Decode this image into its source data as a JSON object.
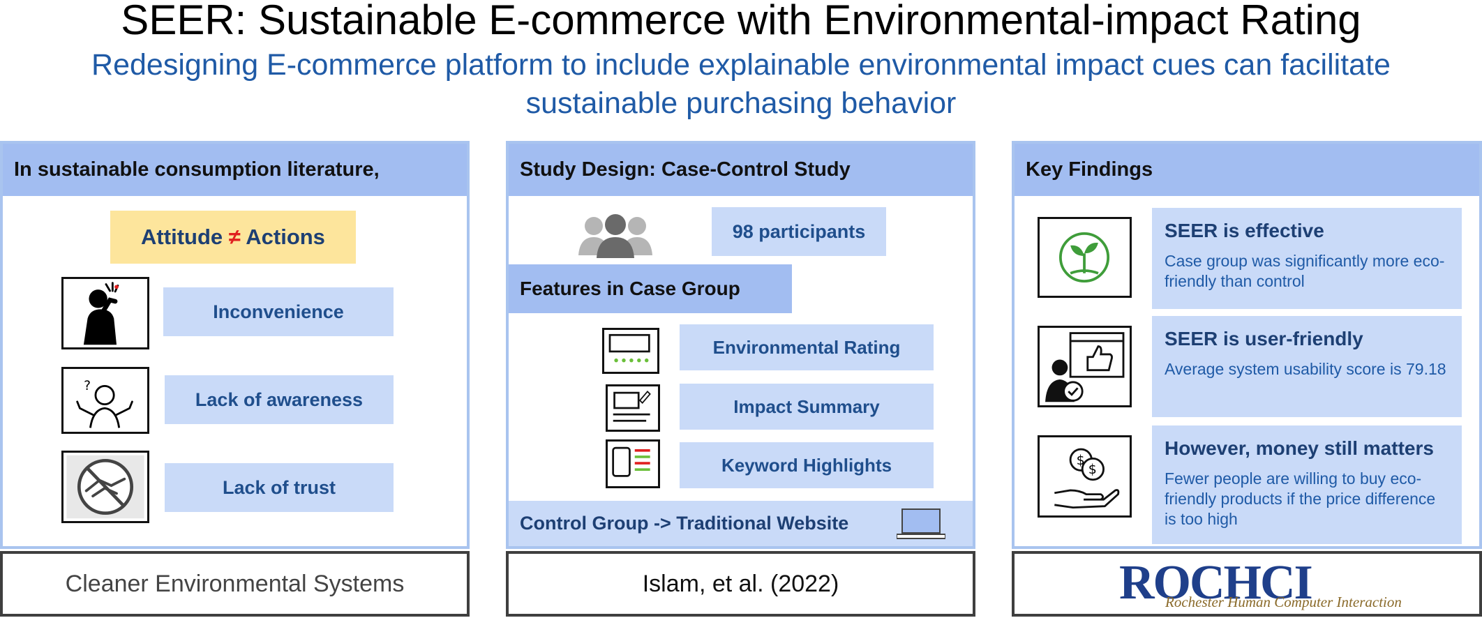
{
  "header": {
    "title": "SEER: Sustainable E-commerce with Environmental-impact Rating",
    "subtitle": "Redesigning E-commerce platform to include explainable environmental impact cues can facilitate sustainable purchasing behavior"
  },
  "left_panel": {
    "heading": "In sustainable consumption literature,",
    "attitude": {
      "left": "Attitude",
      "symbol": "≠",
      "right": "Actions"
    },
    "barriers": [
      {
        "label": "Inconvenience",
        "icon": "stressed-person-icon"
      },
      {
        "label": "Lack of awareness",
        "icon": "confused-person-icon"
      },
      {
        "label": "Lack of trust",
        "icon": "no-handshake-icon"
      }
    ],
    "footer": "Cleaner Environmental Systems"
  },
  "middle_panel": {
    "heading": "Study Design: Case-Control Study",
    "participants": "98 participants",
    "case_heading": "Features in Case Group",
    "features": [
      {
        "label": "Environmental Rating",
        "icon": "rating-screen-icon"
      },
      {
        "label": "Impact Summary",
        "icon": "summary-document-icon"
      },
      {
        "label": "Keyword Highlights",
        "icon": "highlight-screen-icon"
      }
    ],
    "control": "Control Group -> Traditional Website",
    "footer": "Islam, et al. (2022)"
  },
  "right_panel": {
    "heading": "Key Findings",
    "findings": [
      {
        "title": "SEER is effective",
        "text": "Case group was significantly more eco-friendly than control",
        "icon": "sprout-icon"
      },
      {
        "title": "SEER is user-friendly",
        "text": "Average system usability score is 79.18",
        "icon": "thumbs-up-user-icon"
      },
      {
        "title": "However, money still matters",
        "text": "Fewer people are willing to buy eco-friendly products if the price difference is too high",
        "icon": "money-hand-icon"
      }
    ],
    "footer_logo": {
      "mark": "ROCHCI",
      "caption": "Rochester Human Computer Interaction"
    }
  },
  "colors": {
    "panel_header": "#a2bdf1",
    "box": "#c9daf8",
    "text_blue": "#1f5aa6",
    "attitude_bg": "#fde59c",
    "not_equal": "#e02020"
  }
}
